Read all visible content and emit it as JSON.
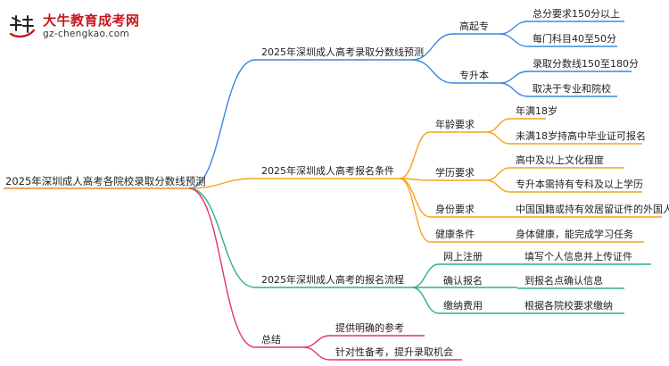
{
  "logo": {
    "title": "大牛教育成考网",
    "url": "gz-chengkao.com",
    "mark_text": "大牛"
  },
  "colors": {
    "blue": "#3a86e0",
    "orange": "#f2a51a",
    "green": "#2fb37a",
    "pink": "#e0317a",
    "root": "#e98a2a"
  },
  "root": {
    "label": "2025年深圳成人高考各院校录取分数线预测"
  },
  "branches": [
    {
      "label": "2025年深圳成人高考录取分数线预测",
      "children": [
        {
          "label": "高起专",
          "children": [
            {
              "label": "总分要求150分以上"
            },
            {
              "label": "每门科目40至50分"
            }
          ]
        },
        {
          "label": "专升本",
          "children": [
            {
              "label": "录取分数线150至180分"
            },
            {
              "label": "取决于专业和院校"
            }
          ]
        }
      ]
    },
    {
      "label": "2025年深圳成人高考报名条件",
      "children": [
        {
          "label": "年龄要求",
          "children": [
            {
              "label": "年满18岁"
            },
            {
              "label": "未满18岁持高中毕业证可报名"
            }
          ]
        },
        {
          "label": "学历要求",
          "children": [
            {
              "label": "高中及以上文化程度"
            },
            {
              "label": "专升本需持有专科及以上学历"
            }
          ]
        },
        {
          "label": "身份要求",
          "children": [
            {
              "label": "中国国籍或持有效居留证件的外国人"
            }
          ]
        },
        {
          "label": "健康条件",
          "children": [
            {
              "label": "身体健康，能完成学习任务"
            }
          ]
        }
      ]
    },
    {
      "label": "2025年深圳成人高考的报名流程",
      "children": [
        {
          "label": "网上注册",
          "children": [
            {
              "label": "填写个人信息并上传证件"
            }
          ]
        },
        {
          "label": "确认报名",
          "children": [
            {
              "label": "到报名点确认信息"
            }
          ]
        },
        {
          "label": "缴纳费用",
          "children": [
            {
              "label": "根据各院校要求缴纳"
            }
          ]
        }
      ]
    },
    {
      "label": "总结",
      "children": [
        {
          "label": "提供明确的参考"
        },
        {
          "label": "针对性备考，提升录取机会"
        }
      ]
    }
  ]
}
